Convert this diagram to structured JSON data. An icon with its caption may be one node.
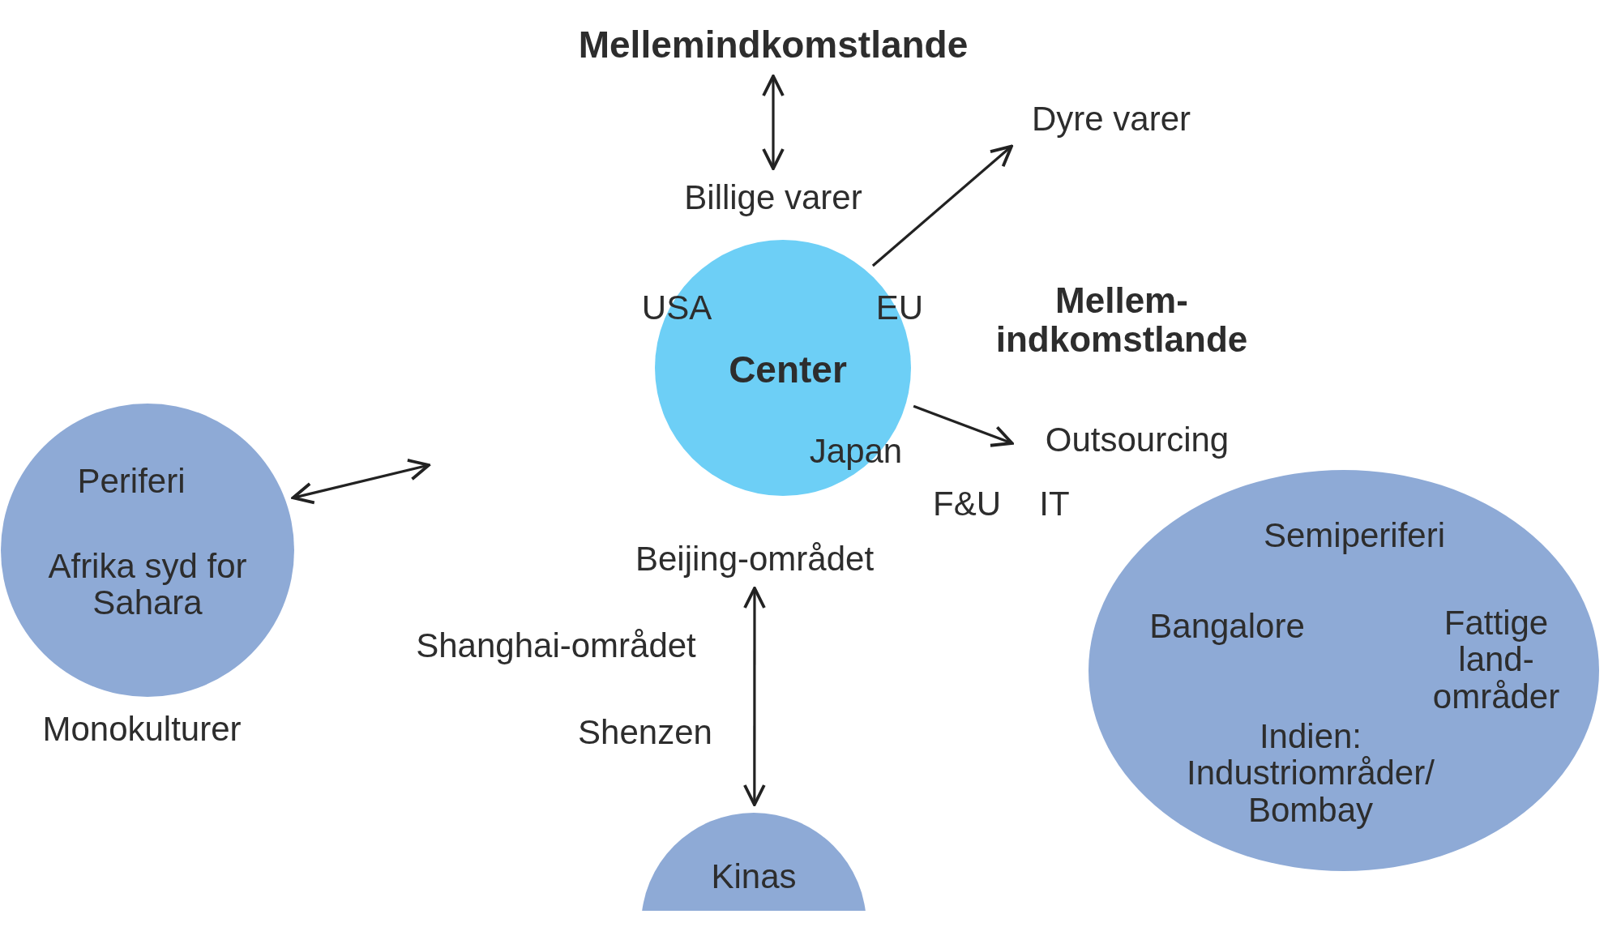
{
  "diagram": {
    "nodes": [
      {
        "text": [
          "Mellemindkomstlande"
        ]
      },
      {
        "text": [
          "Billige varer"
        ]
      },
      {
        "text": [
          "USA",
          "EU",
          "Center",
          "Japan"
        ]
      },
      {
        "text": [
          "Dyre varer"
        ]
      },
      {
        "text": [
          "Outsourcing"
        ]
      },
      {
        "text": [
          "Periferi",
          "Afrika syd for Sahara"
        ],
        "beside": [
          "Monokulturer"
        ]
      },
      {
        "text": [
          "Beijing-området"
        ]
      },
      {
        "text": [
          "Kinas"
        ]
      },
      {
        "text": [
          "Semiperiferi",
          "Bangalore",
          "Fattige land- områder",
          "Indien: Industriområder/ Bombay"
        ]
      }
    ],
    "edges": [
      {
        "from": 0,
        "to": 1,
        "arrow": "both"
      },
      {
        "from": 2,
        "to": 3,
        "arrow": "to"
      },
      {
        "from": 2,
        "to": 4,
        "arrow": "to"
      },
      {
        "from": 5,
        "to": null,
        "arrow": "both"
      },
      {
        "from": 6,
        "to": 7,
        "arrow": "both"
      }
    ],
    "labels": [
      "Mellem- indkomstlande",
      "F&U",
      "IT",
      "Shanghai-området",
      "Shenzen"
    ]
  }
}
